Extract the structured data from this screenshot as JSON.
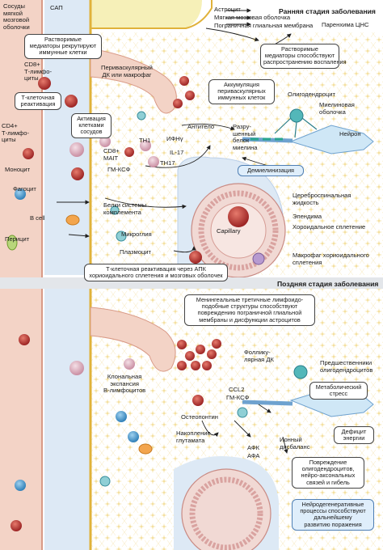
{
  "stages": {
    "early": "Ранняя стадия заболевания",
    "late": "Поздняя стадия заболевания"
  },
  "early_labels": {
    "vessels_meninges": "Сосуды\nмягкой\nмозговой\nоболочки",
    "sas": "САП",
    "astrocyte": "Астроцит",
    "pia": "Мягкая мозговая оболочка",
    "glia_limitans": "Пограничная глиальная мембрана",
    "cns_parenchyma": "Паренхима ЦНС",
    "cd8_t": "CD8+\nТ-лимфо-\nциты",
    "perivascular_dc": "Периваскулярный\nДК или макрофаг",
    "oligodendrocyte": "Олигодендроцит",
    "myelin_sheath": "Миелиновая\nоболочка",
    "neuron": "Нейрон",
    "antibody": "Антитело",
    "destroyed_myelin": "Разру-\nшенный\nбелок\nмиелина",
    "cd4_t": "CD4+\nТ-лимфо-\nциты",
    "monocyte": "Моноцит",
    "cd8_mait": "CD8+\nMAIT",
    "gm_csf": "ГМ-КСФ",
    "ifng": "ИФНγ",
    "il17": "IL-17",
    "th1": "TH1",
    "th17": "TH17",
    "demyelination": "Демиелинизация",
    "phagocyte": "Фагоцит",
    "csf": "Цереброспинальная\nжидкость",
    "ependyma": "Эпендима",
    "choroid_plexus": "Хороидальное сплетение",
    "b_cell": "B cell",
    "complement": "Белки системы\nкомплемента",
    "microglia": "Микроглия",
    "capillary": "Capillary",
    "pericyte": "Перицит",
    "plasmocyte": "Плазмоцит",
    "cp_macrophage": "Макрофаг хориоидального\nсплетения"
  },
  "early_boxes": {
    "soluble_mediators": "Растворимые\nмедиаторы рекрутируют\nиммунные клетки",
    "mediators_spread": "Растворимые\nмедиаторы способствуют\nраспространению воспаления",
    "t_reactivation": "Т-клеточная\nреактивация",
    "vessel_activation": "Активация\nклетками\nсосудов",
    "perivascular_accumulation": "Аккумуляция\nпериваскулярных\nиммунных клеток",
    "apc_reactivation": "Т-клеточная реактивация через АПК\nхориоидального сплетения и мозговых оболочек"
  },
  "late_labels": {
    "follicular_dc": "Фоллику-\nлярная ДК",
    "clonal_expansion": "Клональная\nэкспансия\nB-лимфоцитов",
    "opc": "Предшественники\nолигодендроцитов",
    "ccl2": "CCL2",
    "gm_csf": "ГМ-КСФ",
    "osteopontin": "Остеопонтин",
    "glutamate": "Накопление\nглутамата",
    "afk": "АФК",
    "afa": "АФА",
    "ion_imbalance": "Ионный\nдисбаланс"
  },
  "late_boxes": {
    "tertiary_lymphoid": "Менингеальные третичные лимфоидо-\nподобные структуры способствуют\nповреждению пограничной глиальной\nмембраны и дисфункции астроцитов",
    "metabolic_stress": "Метаболический\nстресс",
    "energy_deficit": "Дефицит\nэнергии",
    "oligo_damage": "Повреждение\nолигодендроцитов,\nнейро-аксональных\nсвязей и гибель",
    "neurodegeneration": "Нейродегенеративные\nпроцессы способствуют\nдальнейшему\nразвитию поражения"
  },
  "colors": {
    "vessel": "#f3d3c6",
    "vessel_edge": "#d99a86",
    "sas": "#dde9f5",
    "meningeal_band": "#f6f0b8",
    "parenchyma_star": "#e7b92e",
    "t_cell": "#b32f2f",
    "plexus": "#d9a3a0",
    "stage_band": "#e3e6ea"
  }
}
